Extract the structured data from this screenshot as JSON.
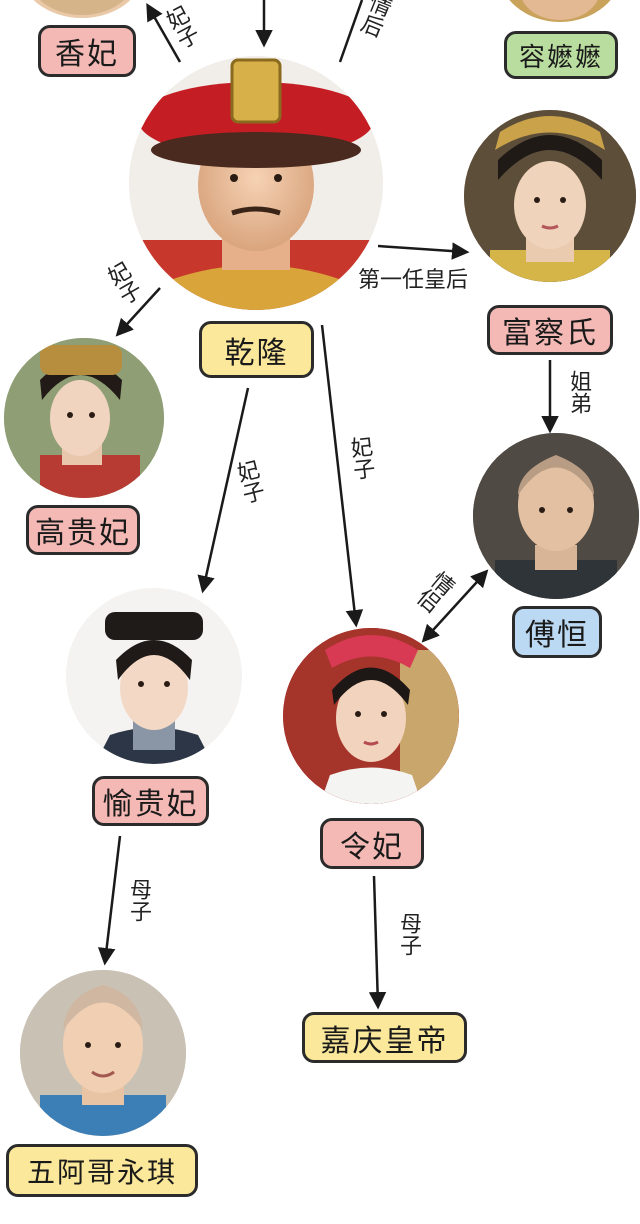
{
  "people": {
    "xiangfei": "香妃",
    "rong_momo": "容嬷嬷",
    "qianlong": "乾隆",
    "fucha": "富察氏",
    "gaoguifei": "高贵妃",
    "fuheng": "傅恒",
    "yuguifei": "愉贵妃",
    "lingfei": "令妃",
    "wuage": "五阿哥永琪",
    "jiaqing": "嘉庆皇帝"
  },
  "relations": {
    "qianlong_xiangfei": "妃子",
    "top_partial": "情后",
    "qianlong_fucha": "第一任皇后",
    "qianlong_gaoguifei": "妃子",
    "fucha_fuheng": "姐弟",
    "qianlong_yuguifei": "妃子",
    "qianlong_lingfei": "妃子",
    "fuheng_lingfei": "情侣",
    "yuguifei_wuage": "母子",
    "lingfei_jiaqing": "母子"
  },
  "colors": {
    "pink_label": "#f4b9b5",
    "yellow_label": "#fbe89a",
    "green_label": "#b9dd9f",
    "blue_label": "#bcd9f3",
    "arrow": "#1a1a1a"
  }
}
